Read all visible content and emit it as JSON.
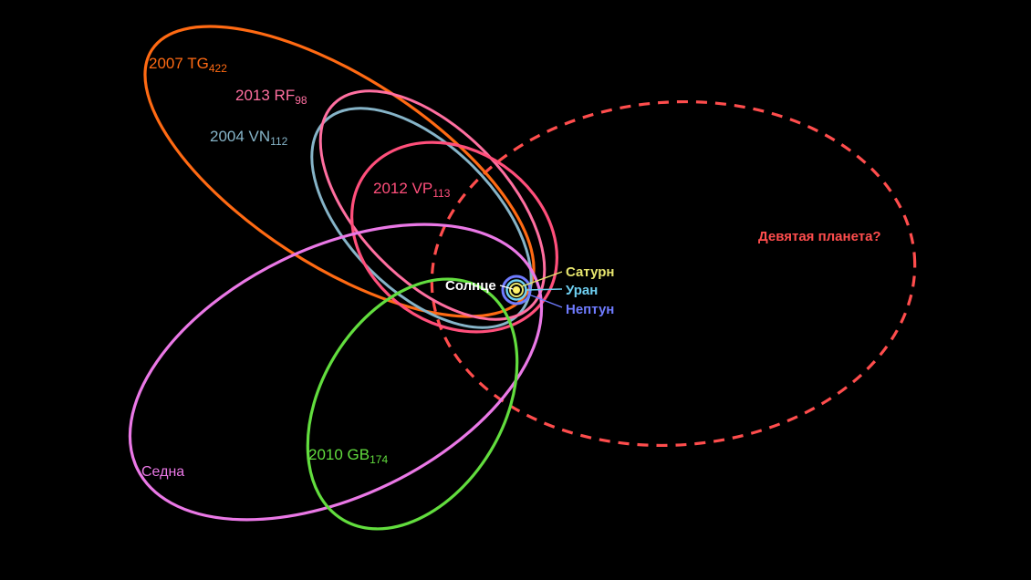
{
  "colors": {
    "background": "#000000",
    "tg422": "#ff6a13",
    "rf98": "#ff6fa0",
    "vn112": "#86b4c8",
    "vp113": "#ff4f7b",
    "sedna": "#ea78e6",
    "gb174": "#62dd3e",
    "planet_nine": "#ff4d4d",
    "sun": "#fff36a",
    "saturn": "#e7e56e",
    "uranus": "#6fd0f2",
    "neptune": "#6f7bff"
  },
  "objects": {
    "tg422": {
      "main": "2007 TG",
      "sub": "422"
    },
    "rf98": {
      "main": "2013 RF",
      "sub": "98"
    },
    "vn112": {
      "main": "2004 VN",
      "sub": "112"
    },
    "vp113": {
      "main": "2012 VP",
      "sub": "113"
    },
    "gb174": {
      "main": "2010 GB",
      "sub": "174"
    },
    "sedna": {
      "label": "Седна"
    },
    "planet_nine": {
      "label": "Девятая планета?"
    }
  },
  "solar_system": {
    "sun": "Солнце",
    "saturn": "Сатурн",
    "uranus": "Уран",
    "neptune": "Нептун"
  }
}
